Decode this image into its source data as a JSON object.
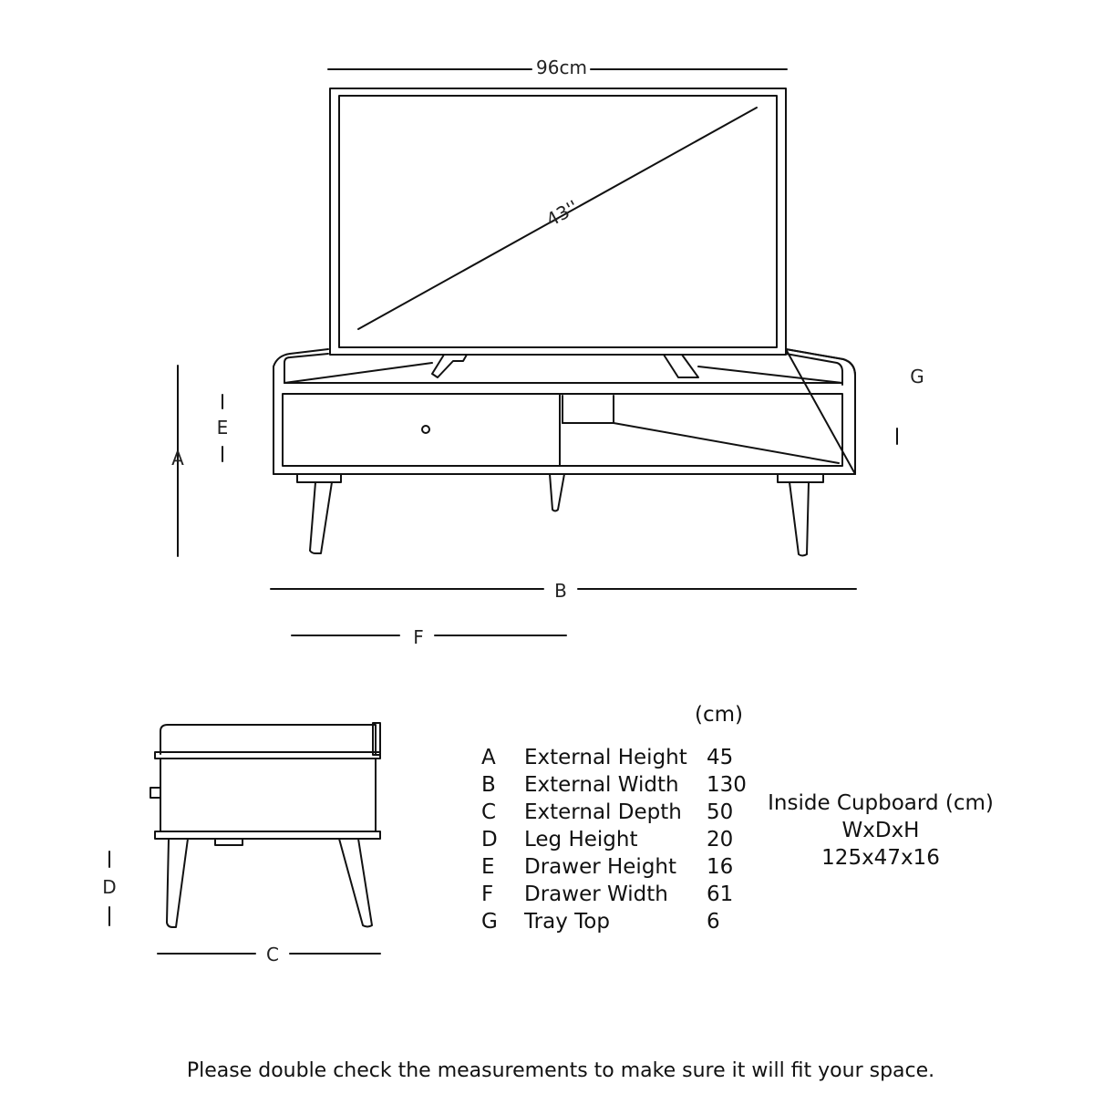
{
  "front_view": {
    "tv_width": "96cm",
    "tv_diagonal": "43''",
    "labels": {
      "a": "A",
      "b": "B",
      "e": "E",
      "f": "F",
      "g": "G"
    }
  },
  "side_view": {
    "labels": {
      "c": "C",
      "d": "D"
    }
  },
  "measurements": {
    "unit_header": "(cm)",
    "rows": [
      {
        "key": "A",
        "name": "External Height",
        "value": "45"
      },
      {
        "key": "B",
        "name": "External Width",
        "value": "130"
      },
      {
        "key": "C",
        "name": "External Depth",
        "value": "50"
      },
      {
        "key": "D",
        "name": "Leg Height",
        "value": "20"
      },
      {
        "key": "E",
        "name": "Drawer Height",
        "value": "16"
      },
      {
        "key": "F",
        "name": "Drawer Width",
        "value": "61"
      },
      {
        "key": "G",
        "name": "Tray Top",
        "value": "6"
      }
    ]
  },
  "inside_cupboard": {
    "title": "Inside Cupboard (cm)",
    "format": "WxDxH",
    "dims": "125x47x16"
  },
  "footer": {
    "note": "Please double check the measurements to make sure it will fit your space."
  }
}
